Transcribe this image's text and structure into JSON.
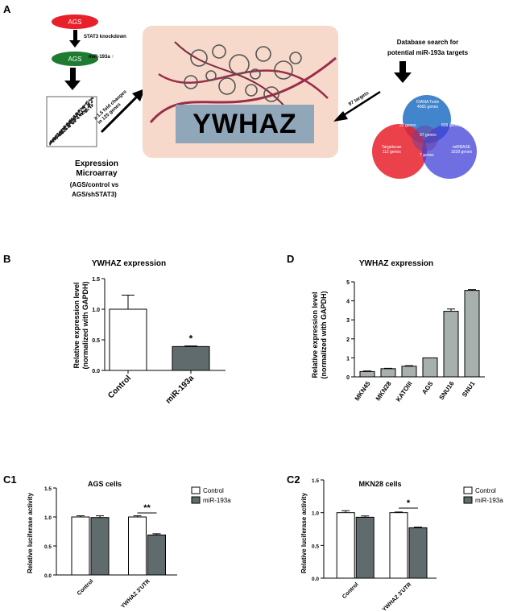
{
  "panels": {
    "A": "A",
    "B": "B",
    "C1": "C1",
    "C2": "C2",
    "D": "D"
  },
  "flow": {
    "ags1": "AGS",
    "stat3": "STAT3 knockdown",
    "ags2": "AGS",
    "mir_up": "miR-193a ↑",
    "microarray_title": "Expression\nMicroarray",
    "microarray_sub": "(AGS/control vs\nAGS/shSTAT3)",
    "fold": "≥ 1.5 fold changes\nin 125 genes",
    "db_search": "Database search for\npotential miR-193a targets",
    "targets": "97 targets",
    "venn": {
      "diana": "DIANA Tools\n4665 genes",
      "targetscan": "Targetscan\n112 genes",
      "mirbase": "miRBASE\n3328 genes",
      "n22": "22 genes",
      "n808": "808 genes",
      "n97": "97 genes",
      "n7": "7 genes"
    },
    "ywhaz": "YWHAZ"
  },
  "colors": {
    "red": "#e8202a",
    "green": "#1f7a32",
    "blue": "#2e66c9",
    "gray": "#5f6b6d",
    "lightgray": "#a7b0ad"
  },
  "charts": {
    "B": {
      "type": "bar",
      "title": "YWHAZ expression",
      "ylabel": "Relative expression level\n(normalized with GAPDH)",
      "categories": [
        "Control",
        "miR-193a"
      ],
      "values": [
        1.0,
        0.39
      ],
      "errors": [
        0.23,
        0.01
      ],
      "colors": [
        "#ffffff",
        "#5f6b6d"
      ],
      "ylim": [
        0,
        1.5
      ],
      "yticks": [
        "0.0",
        "0.5",
        "1.0",
        "1.5"
      ],
      "annotation": "*"
    },
    "D": {
      "type": "bar",
      "title": "YWHAZ expression",
      "ylabel": "Relative expression level\n(normalized with GAPDH)",
      "categories": [
        "MKN45",
        "MKN28",
        "KATOIII",
        "AGS",
        "SNU16",
        "SNU1"
      ],
      "values": [
        0.28,
        0.43,
        0.56,
        1.0,
        3.45,
        4.55
      ],
      "errors": [
        0.03,
        0.02,
        0.03,
        0.0,
        0.12,
        0.04
      ],
      "colors": [
        "#a7b0ad",
        "#a7b0ad",
        "#a7b0ad",
        "#a7b0ad",
        "#a7b0ad",
        "#a7b0ad"
      ],
      "ylim": [
        0,
        5
      ],
      "yticks": [
        "0",
        "1",
        "2",
        "3",
        "4",
        "5"
      ]
    },
    "C1": {
      "type": "bar",
      "title": "AGS cells",
      "ylabel": "Relative luciferase activity",
      "categories": [
        "Control",
        "YWHAZ 3'UTR"
      ],
      "series": [
        {
          "name": "Control",
          "values": [
            1.0,
            1.0
          ],
          "errors": [
            0.02,
            0.02
          ],
          "color": "#ffffff"
        },
        {
          "name": "miR-193a",
          "values": [
            0.99,
            0.69
          ],
          "errors": [
            0.03,
            0.02
          ],
          "color": "#5f6b6d"
        }
      ],
      "ylim": [
        0,
        1.5
      ],
      "yticks": [
        "0.0",
        "0.5",
        "1.0",
        "1.5"
      ],
      "annotation": "**"
    },
    "C2": {
      "type": "bar",
      "title": "MKN28 cells",
      "ylabel": "Relative luciferase activity",
      "categories": [
        "Control",
        "YWHAZ 3'UTR"
      ],
      "series": [
        {
          "name": "Control",
          "values": [
            1.0,
            1.0
          ],
          "errors": [
            0.03,
            0.01
          ],
          "color": "#ffffff"
        },
        {
          "name": "miR-193a",
          "values": [
            0.93,
            0.77
          ],
          "errors": [
            0.02,
            0.01
          ],
          "color": "#5f6b6d"
        }
      ],
      "ylim": [
        0,
        1.5
      ],
      "yticks": [
        "0.0",
        "0.5",
        "1.0",
        "1.5"
      ],
      "annotation": "*"
    }
  }
}
